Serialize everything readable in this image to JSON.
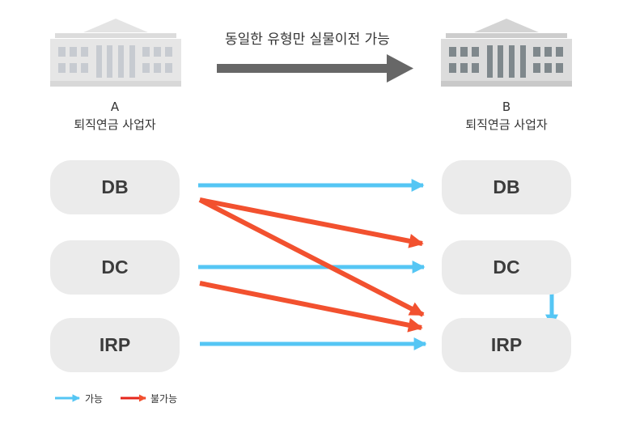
{
  "header": {
    "caption": "동일한 유형만 실물이전 가능"
  },
  "source": {
    "letter": "A",
    "name": "퇴직연금 사업자"
  },
  "target": {
    "letter": "B",
    "name": "퇴직연금 사업자"
  },
  "source_types": [
    "DB",
    "DC",
    "IRP"
  ],
  "target_types": [
    "DB",
    "DC",
    "IRP"
  ],
  "transfers": [
    {
      "from": "DB",
      "to": "DB",
      "status": "possible"
    },
    {
      "from": "DB",
      "to": "DC",
      "status": "impossible"
    },
    {
      "from": "DB",
      "to": "IRP",
      "status": "impossible"
    },
    {
      "from": "DC",
      "to": "DC",
      "status": "possible"
    },
    {
      "from": "DC",
      "to": "IRP",
      "status": "impossible"
    },
    {
      "from": "IRP",
      "to": "IRP",
      "status": "possible"
    },
    {
      "from": "DC (B)",
      "to": "IRP (B)",
      "status": "possible"
    }
  ],
  "legend": {
    "possible_label": "가능",
    "impossible_label": "불가능"
  },
  "colors": {
    "possible": "#55c6f4",
    "impossible": "#f2512f",
    "big_arrow": "#676767",
    "pill": "#ebebeb"
  },
  "icons": {
    "source_building": "bank-building-icon",
    "target_building": "bank-building-icon"
  }
}
